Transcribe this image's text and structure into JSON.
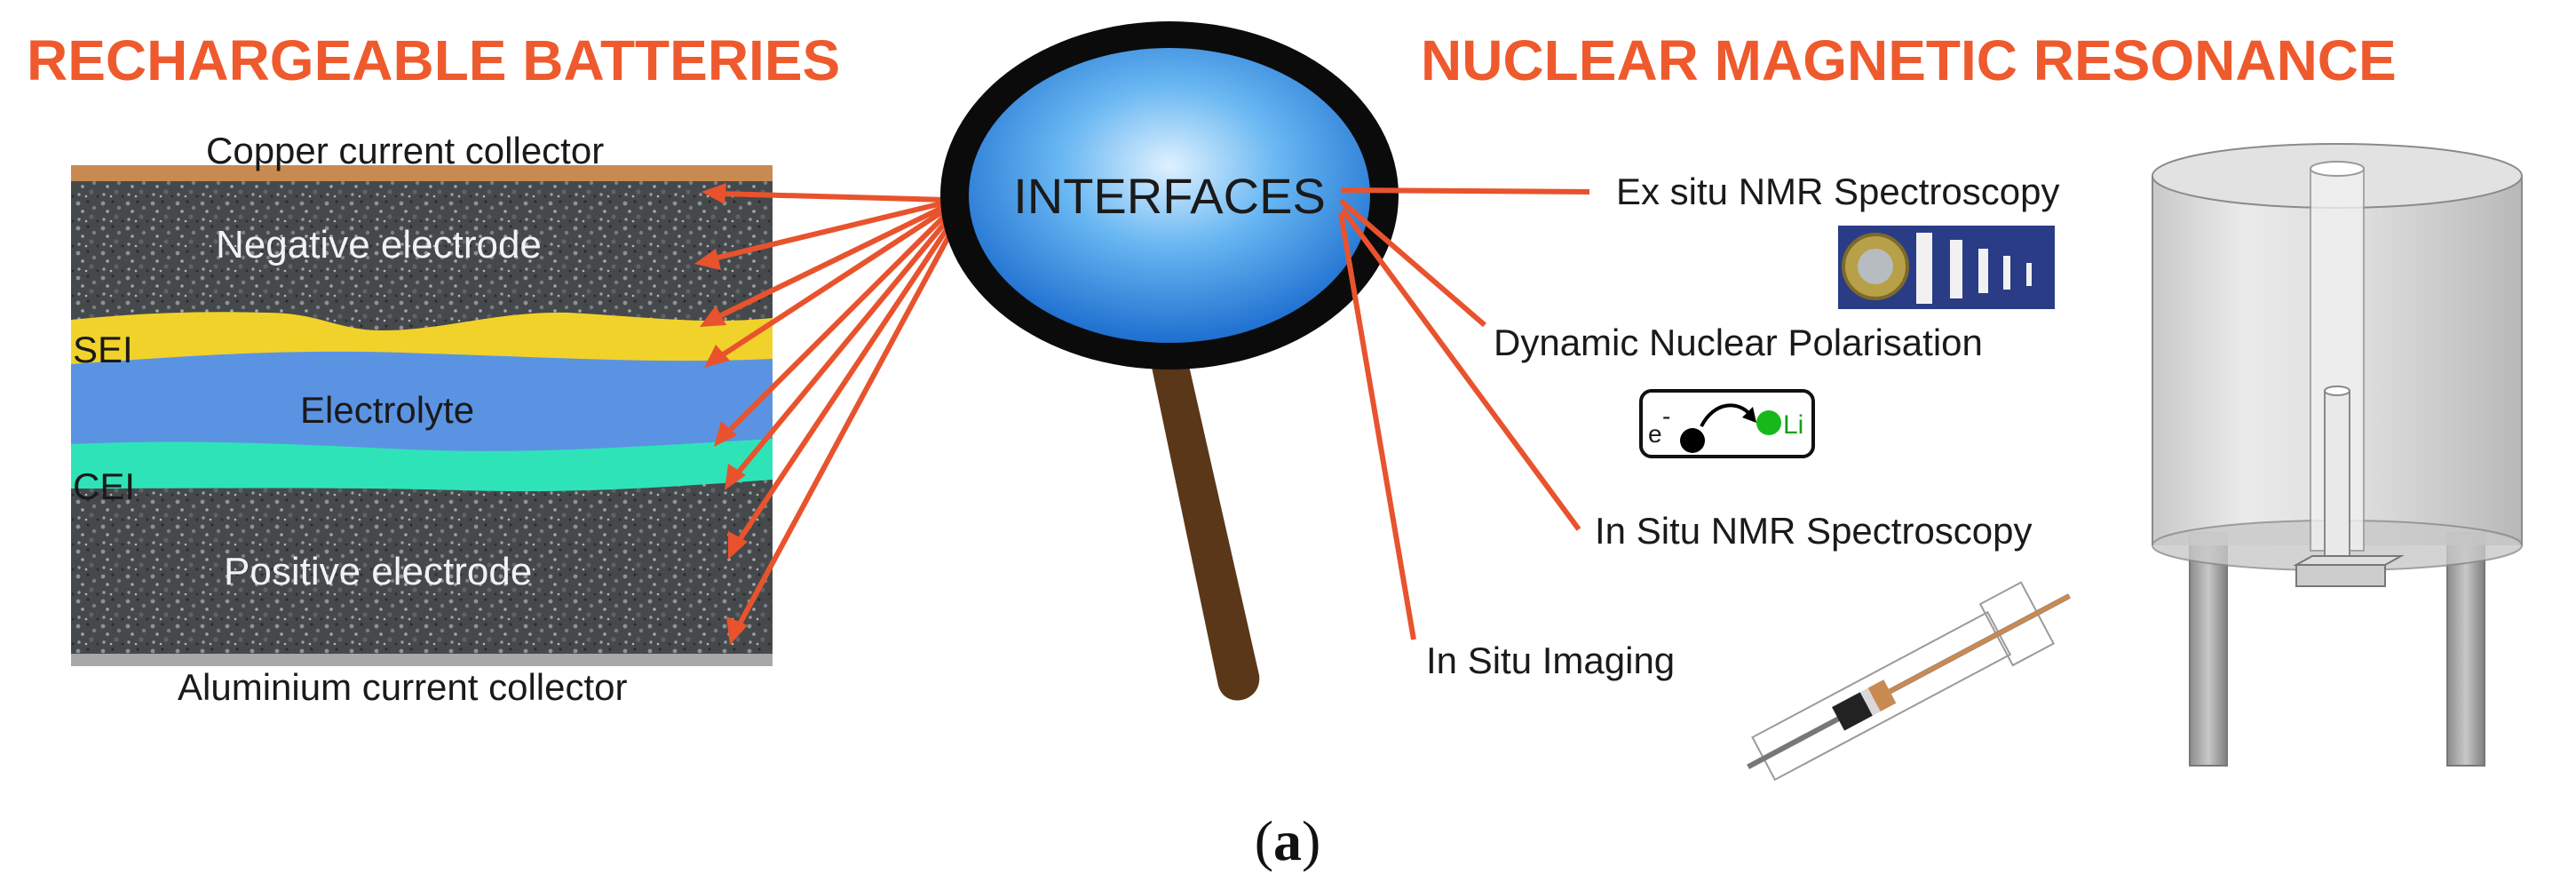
{
  "left_panel": {
    "heading": "RECHARGEABLE BATTERIES",
    "layers": {
      "copper": "Copper current collector",
      "negative": "Negative electrode",
      "sei": "SEI",
      "electrolyte": "Electrolyte",
      "cei": "CEI",
      "positive": "Positive electrode",
      "aluminium": "Aluminium current collector"
    }
  },
  "center": {
    "lens_label": "INTERFACES"
  },
  "right_panel": {
    "heading": "NUCLEAR MAGNETIC RESONANCE",
    "techniques": {
      "ex_situ": "Ex situ NMR Spectroscopy",
      "dnp": "Dynamic Nuclear Polarisation",
      "in_situ_nmr": "In Situ NMR Spectroscopy",
      "in_situ_imaging": "In Situ Imaging"
    },
    "dnp_scheme": {
      "electron": "e",
      "electron_sup": "-",
      "lithium": "Li"
    }
  },
  "caption": {
    "open": "(",
    "letter": "a",
    "close": ")"
  },
  "colors": {
    "accent": "#ee5a2d",
    "pointer": "#e8532d",
    "copper": "#c98a52",
    "sei": "#f1d22a",
    "electrolyte": "#5b93e3",
    "cei": "#2fe3b8",
    "aluminium": "#a8a8a8",
    "electrode": "#4b4f52"
  }
}
